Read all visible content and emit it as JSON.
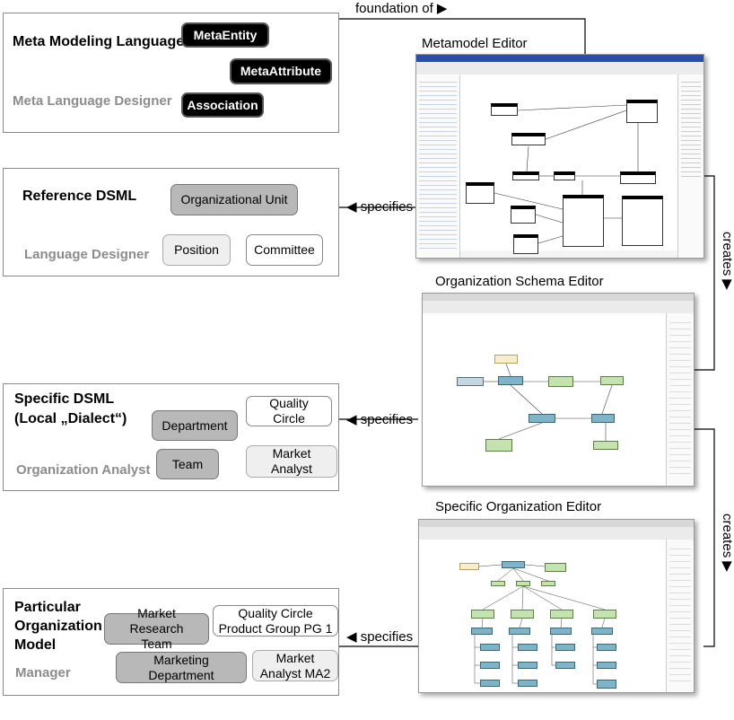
{
  "top": {
    "foundation_label": "foundation of ▶"
  },
  "meta_panel": {
    "title": "Meta Modeling Language",
    "role": "Meta Language Designer",
    "items": [
      "MetaEntity",
      "MetaAttribute",
      "Association"
    ]
  },
  "reference_panel": {
    "title": "Reference DSML",
    "role": "Language Designer",
    "items": [
      "Organizational Unit",
      "Position",
      "Committee"
    ]
  },
  "specific_panel": {
    "title_line1": "Specific DSML",
    "title_line2": "(Local „Dialect“)",
    "role": "Organization Analyst",
    "items": [
      "Quality Circle",
      "Department",
      "Team",
      "Market Analyst"
    ]
  },
  "particular_panel": {
    "title_line1": "Particular",
    "title_line2": "Organization",
    "title_line3": "Model",
    "role": "Manager",
    "items": [
      "Market Research Team",
      "Quality Circle Product Group PG 1",
      "Marketing Department",
      "Market Analyst MA2"
    ]
  },
  "editors": {
    "metamodel": "Metamodel Editor",
    "schema": "Organization Schema Editor",
    "specific": "Specific Organization Editor"
  },
  "arrows": {
    "specifies": "◀ specifies",
    "creates": "creates ▶"
  }
}
